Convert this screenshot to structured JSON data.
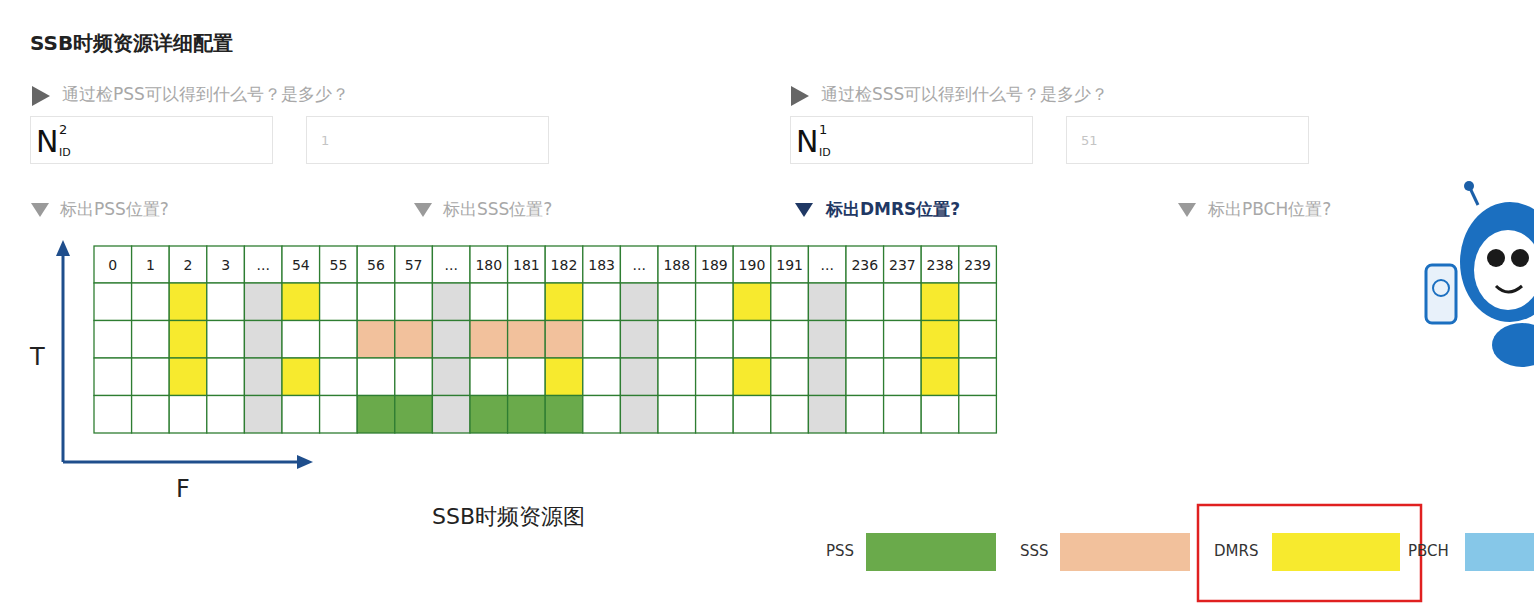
{
  "diagram": {
    "title": "SSB时频资源详细配置",
    "caption": "SSB时频资源图",
    "nodes": [
      {
        "text": [
          "N",
          "2",
          "ID"
        ]
      },
      {
        "text": [
          "1"
        ]
      },
      {
        "text": [
          "N",
          "1",
          "ID"
        ]
      },
      {
        "text": [
          "51"
        ]
      }
    ],
    "labels": [
      "通过检PSS可以得到什么号？是多少？",
      "通过检SSS可以得到什么号？是多少？",
      "标出PSS位置?",
      "标出SSS位置?",
      "标出DMRS位置?",
      "标出PBCH位置?",
      "0",
      "1",
      "2",
      "3",
      "...",
      "54",
      "55",
      "56",
      "57",
      "...",
      "180",
      "181",
      "182",
      "183",
      "...",
      "188",
      "189",
      "190",
      "191",
      "...",
      "236",
      "237",
      "238",
      "239",
      "T",
      "F"
    ],
    "legend": [
      {
        "text": "PSS",
        "color": "#6aaa4b"
      },
      {
        "text": "SSS",
        "color": "#f2c19c"
      },
      {
        "text": "DMRS",
        "color": "#f7ea2e"
      },
      {
        "text": "PBCH",
        "color": "#86c7e8"
      }
    ]
  }
}
